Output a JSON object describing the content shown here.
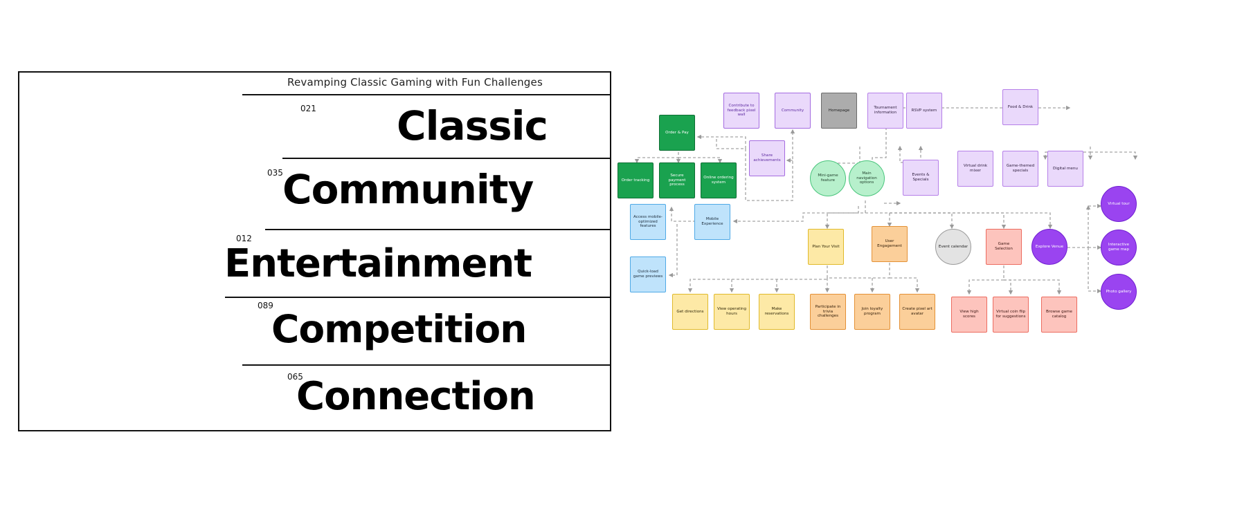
{
  "poster": {
    "subtitle": "Revamping Classic Gaming with Fun Challenges",
    "rows": [
      {
        "number": "021",
        "word": "Classic"
      },
      {
        "number": "035",
        "word": "Community"
      },
      {
        "number": "012",
        "word": "Entertainment"
      },
      {
        "number": "089",
        "word": "Competition"
      },
      {
        "number": "065",
        "word": "Connection"
      }
    ]
  },
  "diagram": {
    "nodes": {
      "order_pay": "Order & Pay",
      "order_tracking": "Order tracking",
      "secure_payment": "Secure payment process",
      "online_ordering": "Online ordering system",
      "contribute_pixel": "Contribute to feedback pixel wall",
      "community": "Community",
      "share_achievements": "Share achievements",
      "homepage": "Homepage",
      "tournament_info": "Tournament information",
      "rsvp": "RSVP system",
      "food_drink": "Food & Drink",
      "virtual_drink": "Virtual drink mixer",
      "game_specials": "Game-themed specials",
      "digital_menu": "Digital menu",
      "mini_game": "Mini-game feature",
      "main_nav": "Main navigation options",
      "events_specials": "Events & Specials",
      "access_mobile": "Access mobile-optimized features",
      "mobile_exp": "Mobile Experience",
      "quick_load": "Quick-load game previews",
      "plan_visit": "Plan Your Visit",
      "user_engagement": "User Engagement",
      "event_calendar": "Event calendar",
      "game_selection": "Game Selection",
      "explore_venue": "Explore Venue",
      "virtual_tour": "Virtual tour",
      "interactive_map": "Interactive game map",
      "photo_gallery": "Photo gallery",
      "get_directions": "Get directions",
      "view_hours": "View operating hours",
      "make_reservations": "Make reservations",
      "trivia": "Participate in trivia challenges",
      "loyalty": "Join loyalty program",
      "pixel_avatar": "Create pixel art avatar",
      "high_scores": "View high scores",
      "coin_flip": "Virtual coin flip for suggestions",
      "browse_catalog": "Browse game catalog"
    }
  },
  "colors": {
    "green": "#1aa24f",
    "blue": "#bfe3fb",
    "purple": "#ead9fb",
    "grey": "#acacac",
    "mint": "#b7f0cc",
    "yellow": "#fde9a6",
    "orange": "#fbcf9a",
    "salmon": "#fdc4bd",
    "violet": "#9a44f0"
  }
}
